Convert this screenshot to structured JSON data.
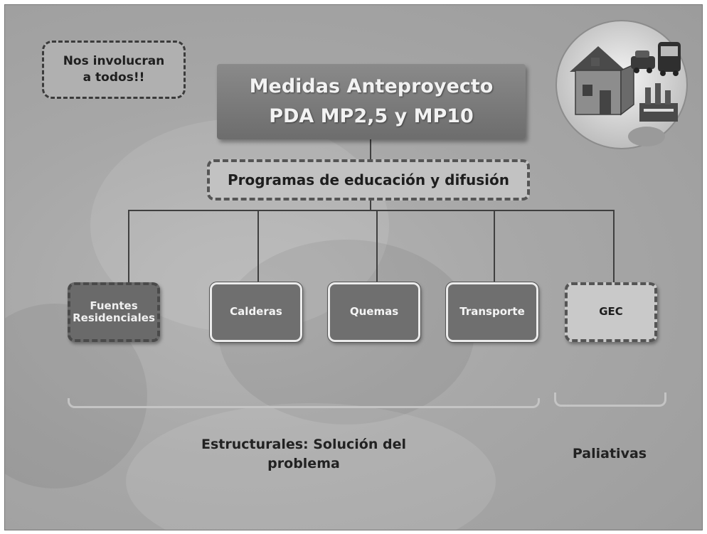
{
  "callout": {
    "text": "Nos involucran\na todos!!"
  },
  "main_box": {
    "line1": "Medidas Anteproyecto",
    "line2": "PDA MP2,5 y MP10"
  },
  "program_box": {
    "label": "Programas de educación y difusión"
  },
  "nodes": [
    {
      "label": "Fuentes\nResidenciales"
    },
    {
      "label": "Calderas"
    },
    {
      "label": "Quemas"
    },
    {
      "label": "Transporte"
    },
    {
      "label": "GEC"
    }
  ],
  "captions": {
    "structural": "Estructurales: Solución del\nproblema",
    "palliative": "Paliativas"
  },
  "illustration": {
    "icons": [
      "house-icon",
      "car-icon",
      "bus-icon",
      "factory-icon",
      "smoke-cloud-icon"
    ]
  },
  "colors": {
    "background": "#a7a7a7",
    "main_box": "#7a7a7a",
    "node_dark": "#6f6f6f",
    "node_light": "#c9c9c9"
  }
}
